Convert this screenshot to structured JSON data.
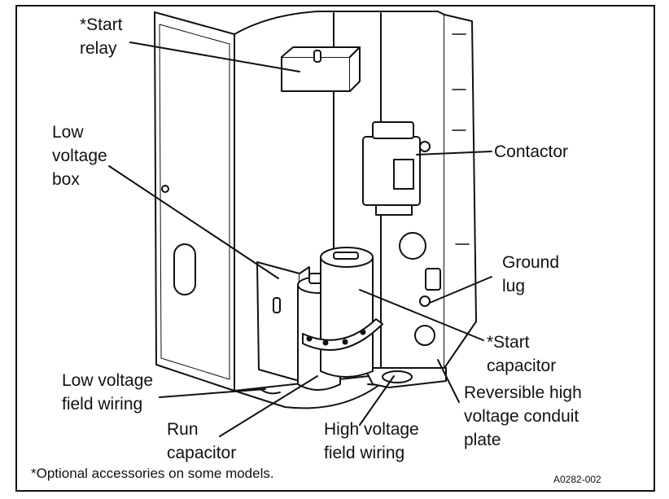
{
  "labels": {
    "start_relay": "*Start\nrelay",
    "low_voltage_box": "Low\nvoltage\nbox",
    "contactor": "Contactor",
    "ground_lug": "Ground\nlug",
    "start_capacitor": "*Start\ncapacitor",
    "low_voltage_field_wiring": "Low voltage\nfield wiring",
    "reversible_plate": "Reversible high\nvoltage conduit\nplate",
    "run_capacitor": "Run\ncapacitor",
    "high_voltage_field_wiring": "High voltage\nfield wiring"
  },
  "footnote": "*Optional accessories on some models.",
  "figure_code": "A0282-002",
  "colors": {
    "line": "#111111",
    "fill": "#ffffff",
    "shade": "#e6e6e6"
  }
}
